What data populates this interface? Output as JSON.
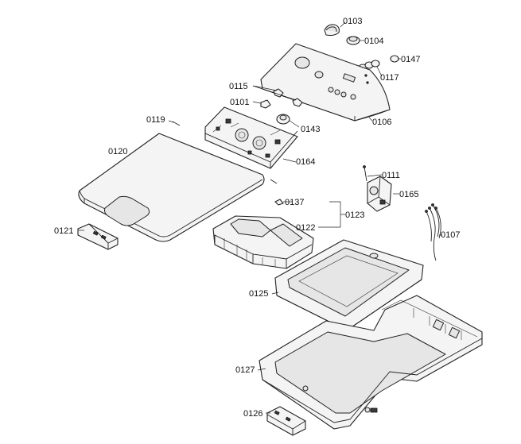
{
  "labels": {
    "p0103": "0103",
    "p0104": "0104",
    "p0147": "0147",
    "p0117": "0117",
    "p0115": "0115",
    "p0101": "0101",
    "p0143": "0143",
    "p0106": "0106",
    "p0119": "0119",
    "p0120": "0120",
    "p0164": "0164",
    "p0111": "0111",
    "p0165": "0165",
    "p0137": "0137",
    "p0123": "0123",
    "p0122": "0122",
    "p0121": "0121",
    "p0107": "0107",
    "p0125": "0125",
    "p0127": "0127",
    "p0126": "0126"
  }
}
